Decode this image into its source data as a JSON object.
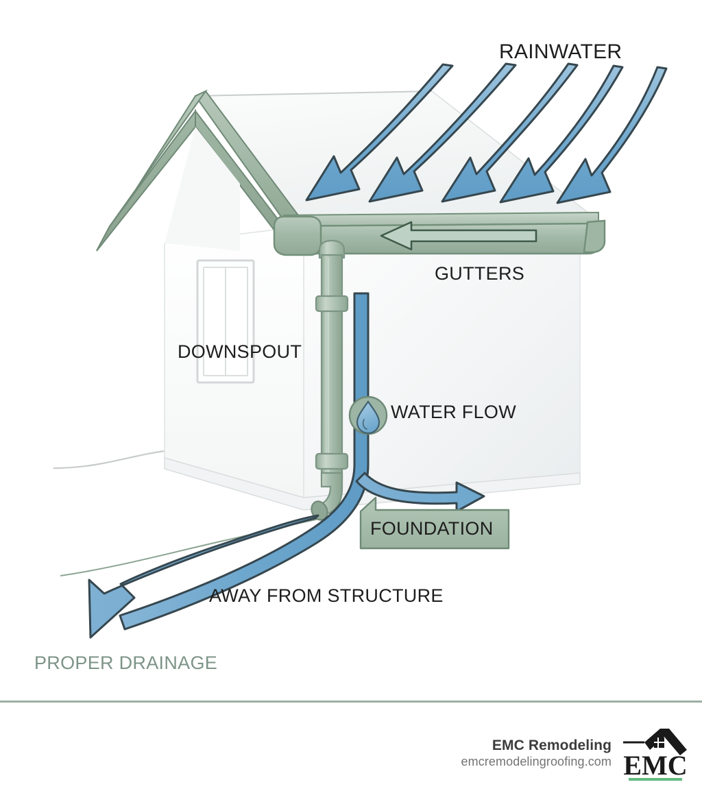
{
  "diagram": {
    "title": "Gutter and downspout rainwater drainage diagram",
    "labels": {
      "rainwater": "RAINWATER",
      "gutters": "GUTTERS",
      "downspout": "DOWNSPOUT",
      "water_flow": "WATER FLOW",
      "foundation": "FOUNDATION",
      "away_from_structure": "AWAY FROM STRUCTURE",
      "proper_drainage": "PROPER DRAINAGE"
    },
    "icons": {
      "water_drop": "water-drop-icon",
      "gutter_flow_arrow": "gutter-flow-arrow-icon"
    },
    "counts": {
      "rainwater_arrows": 5
    },
    "colors": {
      "water_blue": "#6ea7cd",
      "water_blue_light": "#9cc3dd",
      "outline_dark": "#36474f",
      "sage_green": "#9db5a5",
      "sage_green_dark": "#7e9a87",
      "sage_green_light": "#c3d3c6",
      "house_white": "#fbfcfc",
      "wall_shadow": "#eceeef",
      "line_gray": "#c8cbcb",
      "drainage_text": "#7d9488",
      "divider": "#9cb0a5"
    }
  },
  "footer": {
    "brand_name": "EMC Remodeling",
    "brand_url": "emcremodelingroofing.com",
    "logo": {
      "wordmark": "EMC",
      "icon_name": "house-roof-logo-icon",
      "underline_color": "#63bb7f"
    }
  }
}
